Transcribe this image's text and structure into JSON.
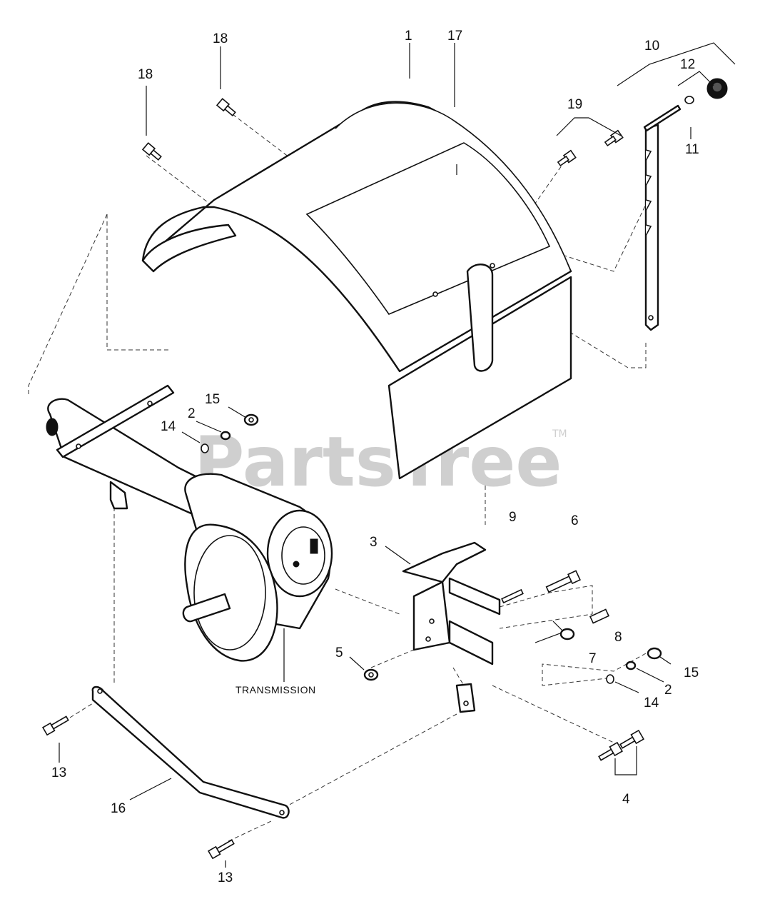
{
  "watermark": {
    "text": "PartsTree",
    "trademark": "TM"
  },
  "callouts": [
    {
      "id": "c18a",
      "text": "18"
    },
    {
      "id": "c18b",
      "text": "18"
    },
    {
      "id": "c1",
      "text": "1"
    },
    {
      "id": "c17",
      "text": "17"
    },
    {
      "id": "c19",
      "text": "19"
    },
    {
      "id": "c10",
      "text": "10"
    },
    {
      "id": "c12",
      "text": "12"
    },
    {
      "id": "c11",
      "text": "11"
    },
    {
      "id": "c15a",
      "text": "15"
    },
    {
      "id": "c2a",
      "text": "2"
    },
    {
      "id": "c14a",
      "text": "14"
    },
    {
      "id": "c9",
      "text": "9"
    },
    {
      "id": "c6",
      "text": "6"
    },
    {
      "id": "c3",
      "text": "3"
    },
    {
      "id": "c8",
      "text": "8"
    },
    {
      "id": "c7",
      "text": "7"
    },
    {
      "id": "c5",
      "text": "5"
    },
    {
      "id": "c15b",
      "text": "15"
    },
    {
      "id": "c2b",
      "text": "2"
    },
    {
      "id": "c14b",
      "text": "14"
    },
    {
      "id": "c13a",
      "text": "13"
    },
    {
      "id": "c16",
      "text": "16"
    },
    {
      "id": "c4",
      "text": "4"
    },
    {
      "id": "c13b",
      "text": "13"
    }
  ],
  "transmission_label": "TRANSMISSION"
}
